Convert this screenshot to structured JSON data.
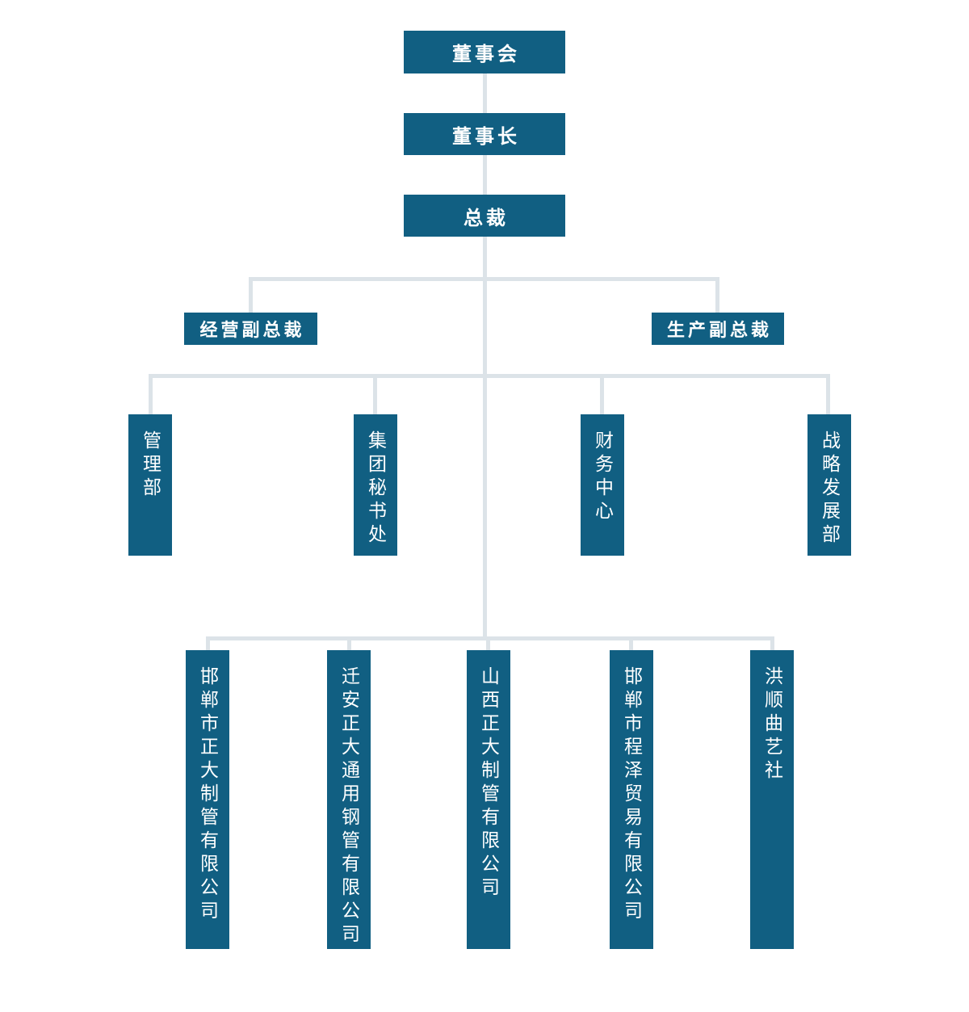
{
  "org_chart": {
    "colors": {
      "node_fill": "#115f82",
      "node_text": "#ffffff",
      "connector": "#dce3e8",
      "background": "#ffffff"
    },
    "nodes": {
      "board": "董事会",
      "chairman": "董事长",
      "president": "总裁",
      "vice_presidents": [
        "经营副总裁",
        "生产副总裁"
      ],
      "departments": [
        "管理部",
        "集团秘书处",
        "财务中心",
        "战略发展部"
      ],
      "subsidiaries": [
        "邯郸市正大制管有限公司",
        "迁安正大通用钢管有限公司",
        "山西正大制管有限公司",
        "邯郸市程泽贸易有限公司",
        "洪顺曲艺社"
      ]
    }
  }
}
